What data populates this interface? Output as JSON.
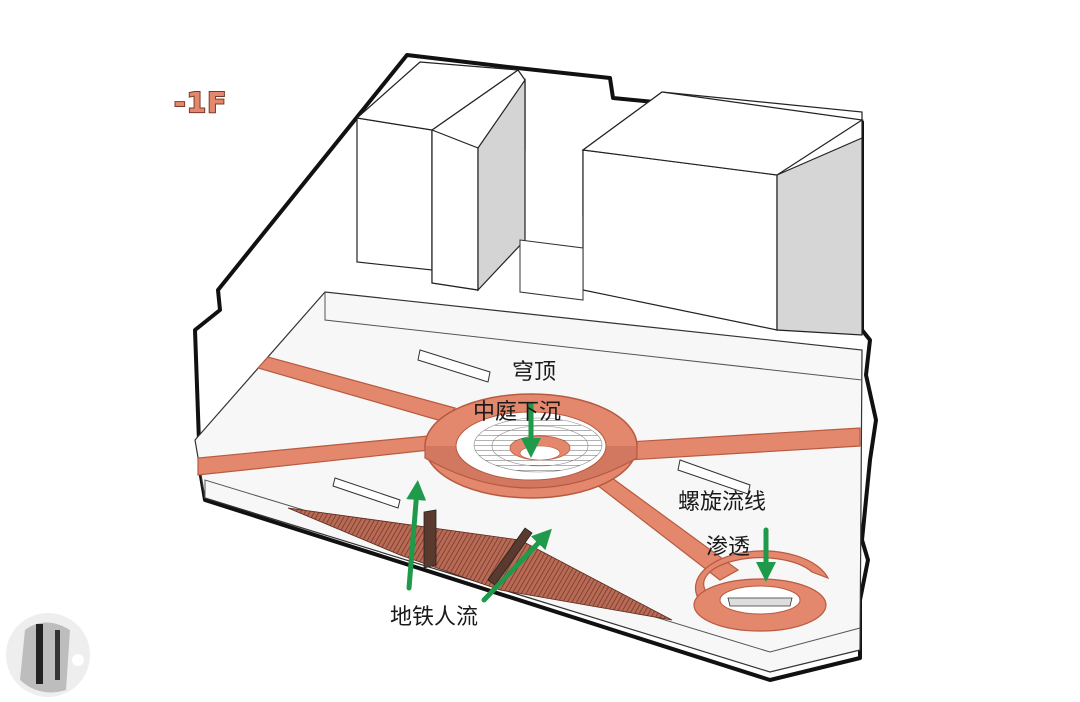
{
  "floor_label": "-1F",
  "labels": {
    "vault": "穹顶",
    "sunken_atrium": "中庭下沉",
    "spiral_circulation": "螺旋流线",
    "penetration": "渗透",
    "metro_flow": "地铁人流"
  },
  "colors": {
    "path": "#e3876d",
    "path_edge": "#b85a40",
    "arrow": "#1f9a4a",
    "outline": "#111111",
    "slab": "#f6f6f6",
    "building_side": "#d6d6d6",
    "ramp": "#8a4a3a"
  }
}
